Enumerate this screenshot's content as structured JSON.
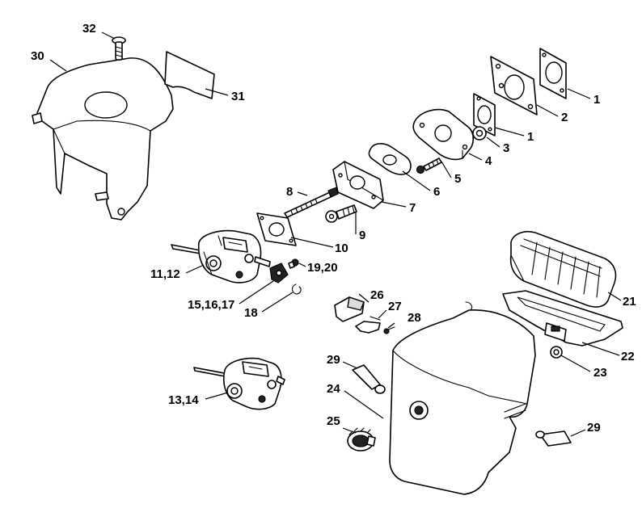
{
  "callouts": {
    "c1a": "1",
    "c2": "2",
    "c1b": "1",
    "c3": "3",
    "c4": "4",
    "c5": "5",
    "c6": "6",
    "c7": "7",
    "c8": "8",
    "c9": "9",
    "c10": "10",
    "c11_12": "11,12",
    "c19_20": "19,20",
    "c15_16_17": "15,16,17",
    "c18": "18",
    "c13_14": "13,14",
    "c21": "21",
    "c22": "22",
    "c23": "23",
    "c24": "24",
    "c25": "25",
    "c26": "26",
    "c27": "27",
    "c28": "28",
    "c29a": "29",
    "c29b": "29",
    "c30": "30",
    "c31": "31",
    "c32": "32"
  }
}
